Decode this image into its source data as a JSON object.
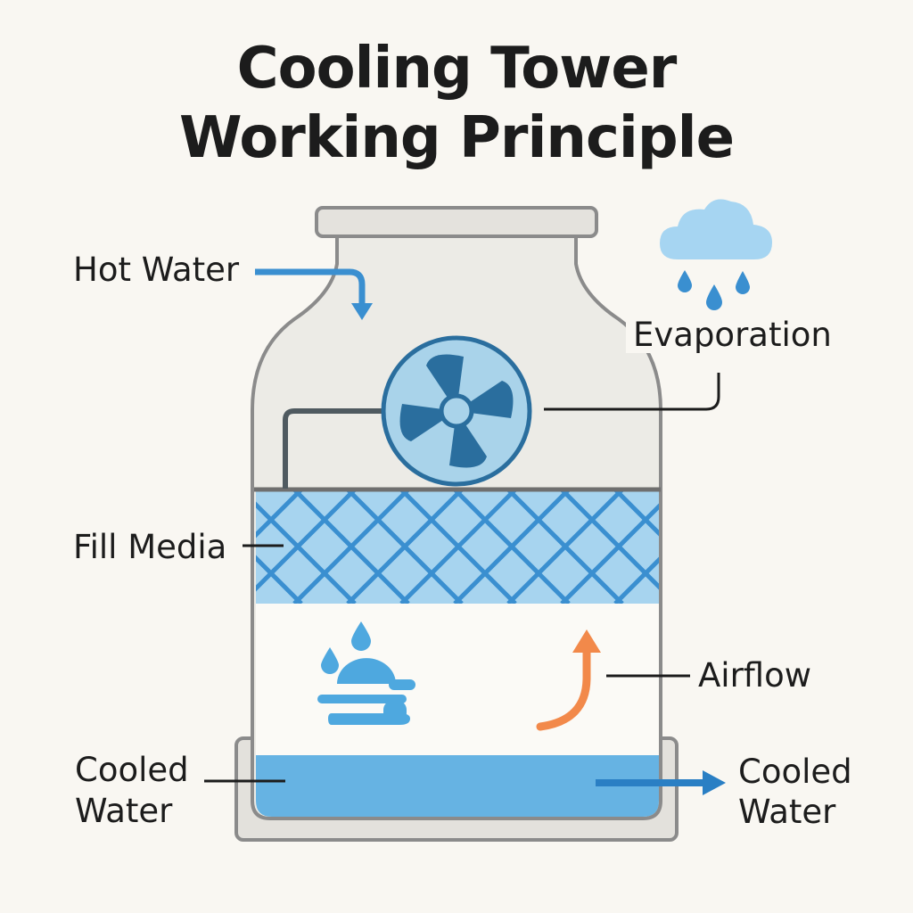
{
  "title": {
    "line1": "Cooling Tower",
    "line2": "Working Principle"
  },
  "labels": {
    "hot_water": "Hot Water",
    "evaporation": "Evaporation",
    "fill_media": "Fill Media",
    "airflow": "Airflow",
    "cooled_water_left": [
      "Cooled",
      "Water"
    ],
    "cooled_water_right": [
      "Cooled",
      "Water"
    ]
  },
  "colors": {
    "background": "#f9f7f2",
    "tower_body": "#ecebe6",
    "tower_outline": "#8b8b8b",
    "fill_media": "#a7d4ef",
    "lattice": "#3a8fd0",
    "water_basin": "#66b3e3",
    "fan_blades": "#2a6e9e",
    "fan_disc": "#a9d3ea",
    "hot_water_arrow": "#3a8fd0",
    "airflow_arrow": "#f2894a",
    "cloud": "#a6d5f2",
    "drops": "#3a8fd0"
  },
  "icons": [
    "cloud-icon",
    "rain-drop-icon",
    "fan-icon",
    "mist-icon",
    "airflow-arrow-icon",
    "hot-water-arrow-icon",
    "outflow-arrow-icon"
  ]
}
